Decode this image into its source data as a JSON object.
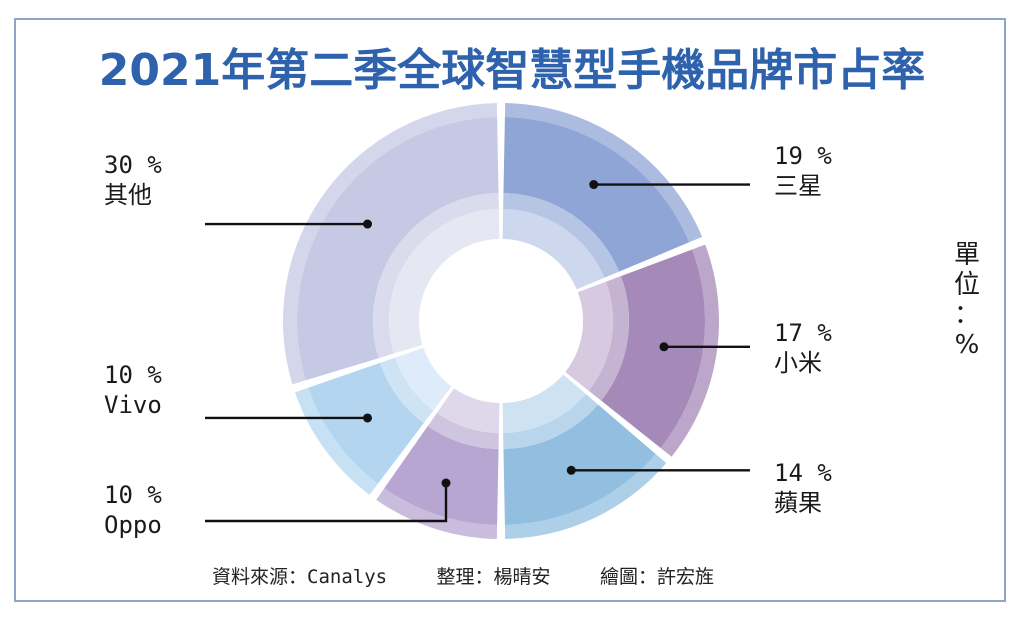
{
  "chart_data": {
    "type": "pie",
    "title": "2021年第二季全球智慧型手機品牌市占率",
    "unit_label": [
      "單",
      "位",
      "：",
      "%"
    ],
    "slices": [
      {
        "name": "三星",
        "value": 19,
        "value_label": "19 %",
        "color": "#8fa5d6"
      },
      {
        "name": "小米",
        "value": 17,
        "value_label": "17 %",
        "color": "#a58ab9"
      },
      {
        "name": "蘋果",
        "value": 14,
        "value_label": "14 %",
        "color": "#92bfe0"
      },
      {
        "name": "Oppo",
        "value": 10,
        "value_label": "10 %",
        "color": "#b7a6d1"
      },
      {
        "name": "Vivo",
        "value": 10,
        "value_label": "10 %",
        "color": "#b3d5f0"
      },
      {
        "name": "其他",
        "value": 30,
        "value_label": "30 %",
        "color": "#c6c9e4"
      }
    ]
  },
  "footer": {
    "source": "資料來源：Canalys",
    "editor": "整理：楊晴安",
    "illustrator": "繪圖：許宏旌"
  }
}
